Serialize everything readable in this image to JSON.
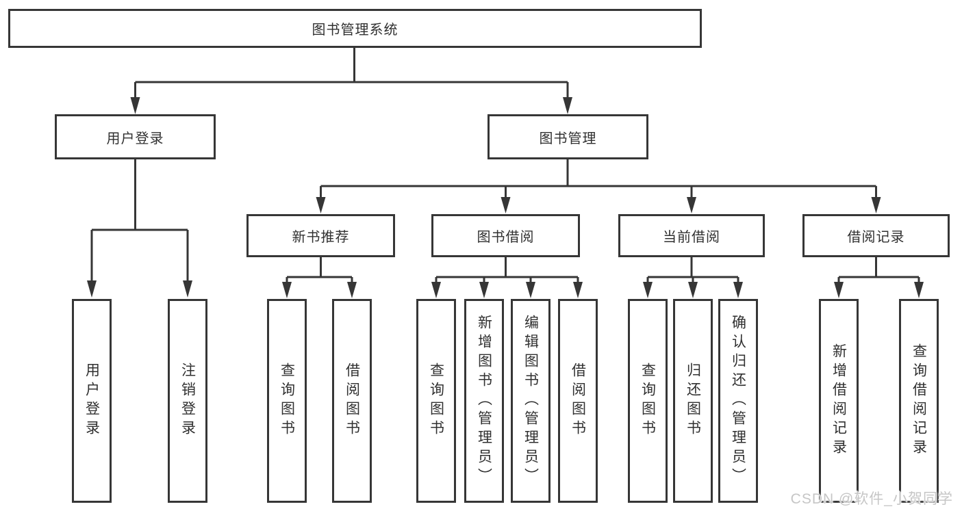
{
  "nodes": {
    "root": "图书管理系统",
    "user_login_module": "用户登录",
    "book_management_module": "图书管理",
    "new_book_recommendation": "新书推荐",
    "book_borrowing": "图书借阅",
    "current_borrowing": "当前借阅",
    "borrowing_records": "借阅记录",
    "user_login_action": "用户登录",
    "logout_action": "注销登录",
    "recommendation_query_books": "查询图书",
    "recommendation_borrow_books": "借阅图书",
    "borrowing_query_books": "查询图书",
    "borrowing_add_books_admin": "新增图书（管理员）",
    "borrowing_edit_books_admin": "编辑图书（管理员）",
    "borrowing_borrow_books": "借阅图书",
    "current_query_books": "查询图书",
    "current_return_books": "归还图书",
    "current_confirm_return_admin": "确认归还（管理员）",
    "records_add_borrow_record": "新增借阅记录",
    "records_query_borrow_record": "查询借阅记录"
  },
  "watermark": {
    "text": "CSDN @软件_小贺同学"
  },
  "colors": {
    "line": "#363636",
    "border": "#363636",
    "text": "#303030",
    "background": "#ffffff",
    "watermark": "#c6c6c6"
  }
}
